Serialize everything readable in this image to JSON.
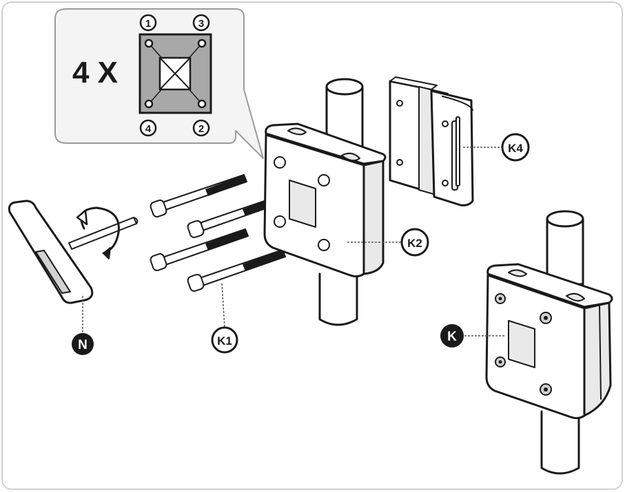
{
  "inset": {
    "multiplier": "4 X",
    "sequence": [
      "1",
      "3",
      "4",
      "2"
    ]
  },
  "parts": {
    "n": "N",
    "k1": "K1",
    "k2": "K2",
    "k4": "K4",
    "k": "K"
  },
  "colors": {
    "outline": "#1a1a1a",
    "plate_fill": "#a8a8a8",
    "callout_fill": "#f4f4f4",
    "dark_label": "#1a1a1a"
  }
}
